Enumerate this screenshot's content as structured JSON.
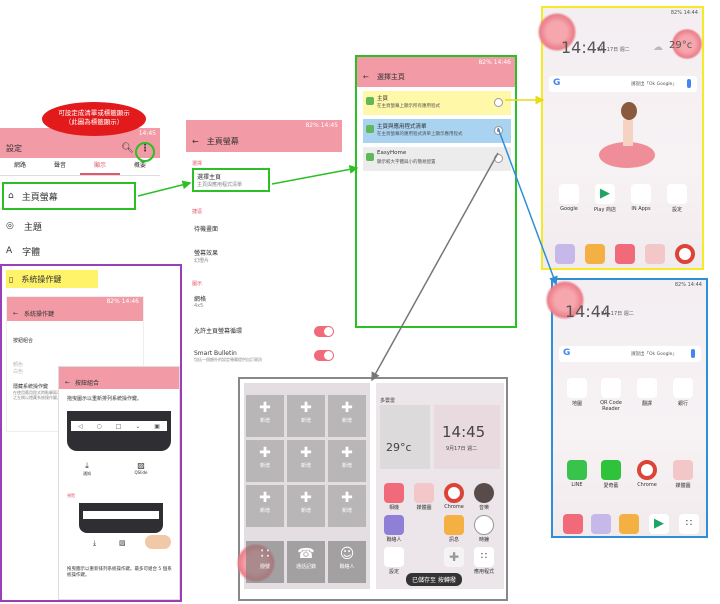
{
  "callout": {
    "line1": "可設定成清單或標籤顯示",
    "line2": "（此圖為標籤顯示）"
  },
  "settings": {
    "time": "14:45",
    "title": "設定",
    "tabs": [
      "網路",
      "聲音",
      "顯示",
      "概要"
    ],
    "items": {
      "home": "主頁螢幕",
      "theme": "主題",
      "font": "字體",
      "navkeys": "系統操作鍵"
    }
  },
  "navkeys_screen": {
    "title": "系統操作鍵",
    "status": "82% 14:46",
    "r1": "按鈕組合",
    "r2": "顏色",
    "r2s": "白色",
    "r3": "隱藏系統操作鍵",
    "r3s": "在使用應用程式時點擊兩次系統操作鍵之左側以隱藏系統操作鍵。",
    "sub_title": "按鈕組合",
    "sub_desc": "拖曳圖示以重新排列系統操作鍵。",
    "slot1": "通知",
    "slot2": "QSlide",
    "prev_label": "預覽",
    "foot": "拖曳圖示以重新排列系統操作鍵。最多可組合 5 個系統操作鍵。"
  },
  "home_screen_settings": {
    "status": "82% 14:45",
    "title": "主頁螢幕",
    "sec1": "選擇",
    "select_title": "選擇主頁",
    "select_sub": "主頁與應用程式清單",
    "sec2": "捷逕",
    "wallpaper": "待機畫面",
    "effect": "螢幕效果",
    "effect_sub": "幻燈片",
    "sec3": "圖示",
    "grid": "網格",
    "grid_val": "4x5",
    "allow_loop": "允許主頁螢幕循環",
    "bulletin": "Smart Bulletin",
    "bulletin_sub": "包括一個額外的設定螢幕提供自訂資訊"
  },
  "select_home": {
    "status": "82% 14:46",
    "title": "選擇主頁",
    "opt1": "主頁",
    "opt1s": "在主頁螢幕上顯示所有應用程式",
    "opt2": "主頁與應用程式清單",
    "opt2s": "在主頁螢幕的應用程式清單上顯示應用程式",
    "opt3": "EasyHome",
    "opt3s": "顯示較大字體與小的簡易配置"
  },
  "phone_top": {
    "status": "82% 14:44",
    "clock": "14:44",
    "date": "9月 17日 週二",
    "temp": "29°c",
    "search": "請說出「Ok Google」",
    "apps": [
      "Google",
      "Play 商店",
      "IN Apps",
      "設定"
    ]
  },
  "phone_right": {
    "status": "82% 14:44",
    "clock": "14:44",
    "date": "9月 17日 週二",
    "search": "請說出「Ok Google」",
    "apps1": [
      "地圖",
      "QR Code Reader",
      "翻譯",
      "銀行"
    ],
    "apps2": [
      "LINE",
      "愛奇藝",
      "Chrome",
      "媒體圖"
    ]
  },
  "easy1": {
    "tiles": [
      "新增",
      "新增",
      "新增",
      "新增",
      "新增",
      "新增",
      "新增",
      "新增",
      "新增"
    ],
    "bottom": [
      "撥號",
      "通話記錄",
      "聯絡人"
    ]
  },
  "easy2": {
    "weather": "多雲雷",
    "clock": "14:45",
    "date": "9月17日 週二",
    "temp": "29°c",
    "row1": [
      "相機",
      "媒體圖",
      "Chrome",
      "音樂"
    ],
    "row2": [
      "聯絡人",
      "訊息",
      "時鐘"
    ],
    "row3": [
      "設定",
      "",
      "應用程式"
    ],
    "toast": "已儲存至 按轉撥"
  }
}
